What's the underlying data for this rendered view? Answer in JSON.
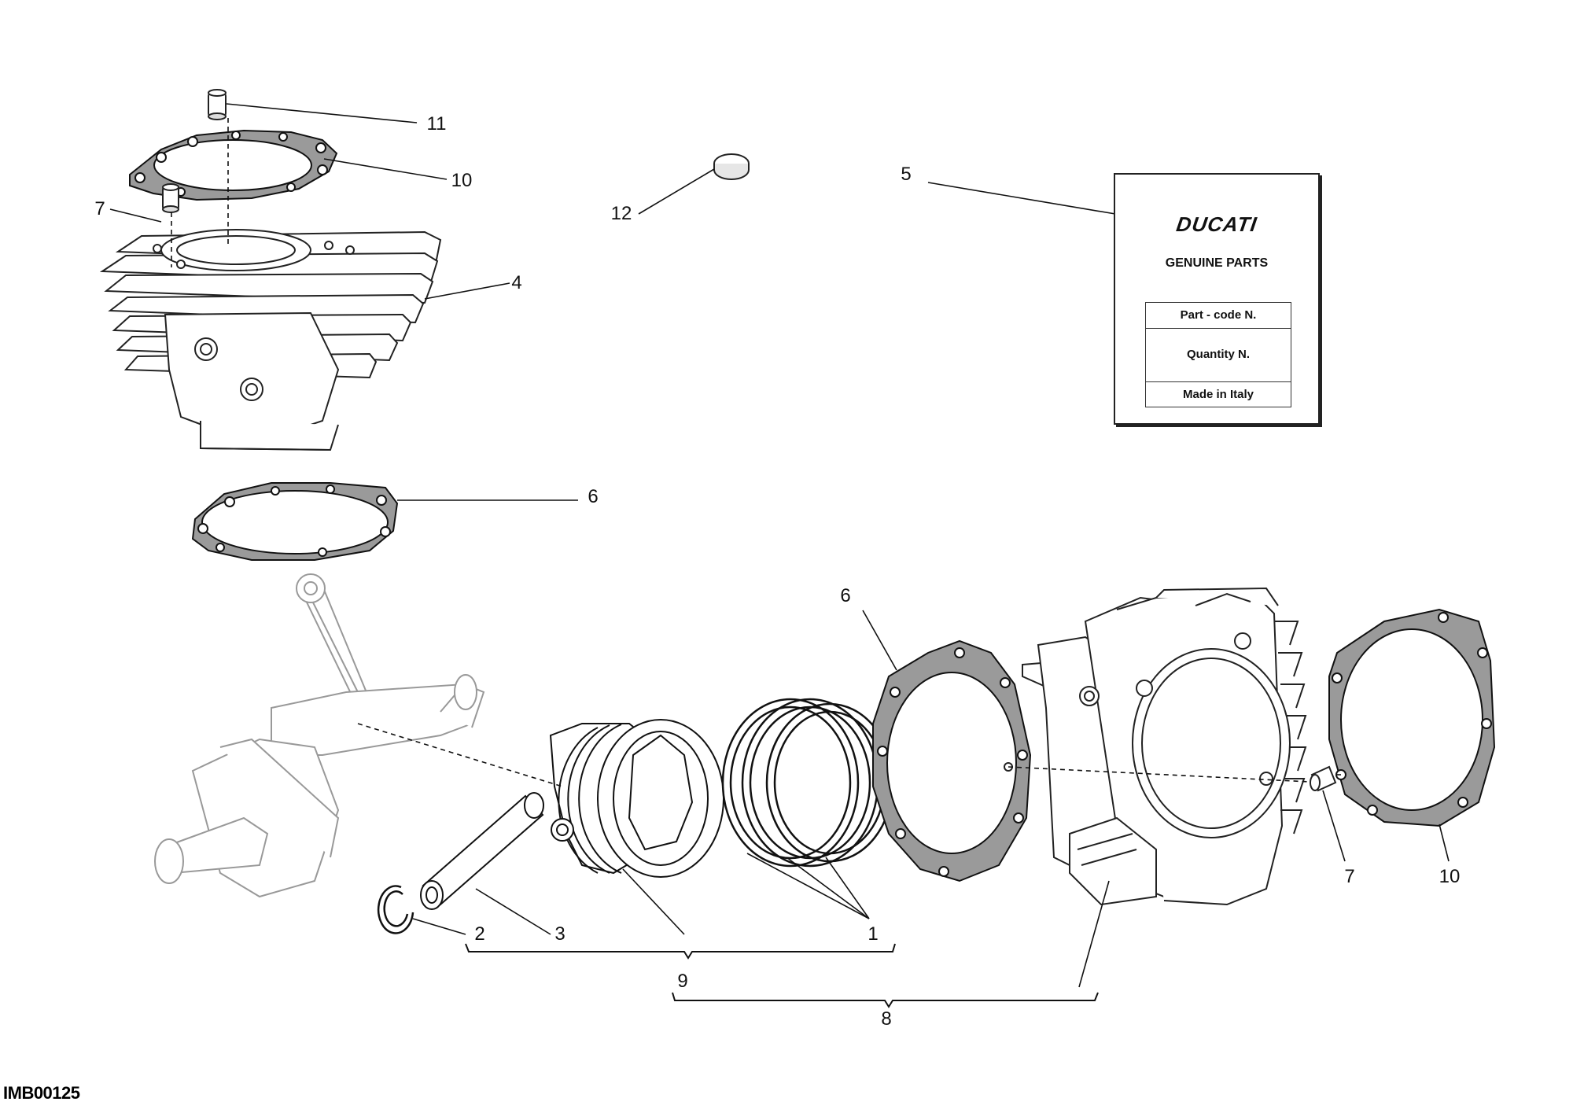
{
  "diagram": {
    "reference_code": "IMB00125",
    "callouts": {
      "c1": "1",
      "c2": "2",
      "c3": "3",
      "c4": "4",
      "c5": "5",
      "c6_top": "6",
      "c6_bottom": "6",
      "c7_top": "7",
      "c7_bottom": "7",
      "c8": "8",
      "c9": "9",
      "c10_top": "10",
      "c10_bottom": "10",
      "c11": "11",
      "c12": "12"
    },
    "label_card": {
      "brand": "DUCATI",
      "subtitle": "GENUINE PARTS",
      "field_part_code": "Part - code N.",
      "field_quantity": "Quantity N.",
      "field_origin": "Made in Italy"
    }
  }
}
